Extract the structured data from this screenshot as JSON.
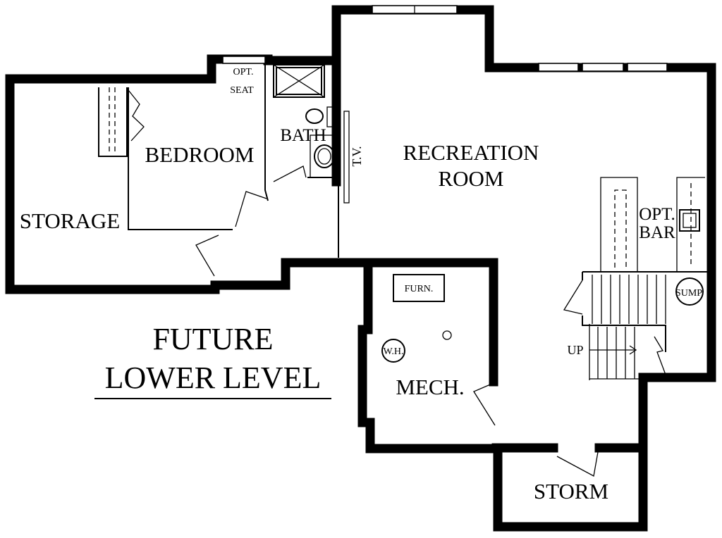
{
  "plan": {
    "title": {
      "line1": "FUTURE",
      "line2": "LOWER LEVEL"
    },
    "rooms": {
      "storage": "STORAGE",
      "bedroom": "BEDROOM",
      "bath": "BATH",
      "opt_seat_line1": "OPT.",
      "opt_seat_line2": "SEAT",
      "tv": "T.V.",
      "recreation_line1": "RECREATION",
      "recreation_line2": "ROOM",
      "opt_bar_line1": "OPT.",
      "opt_bar_line2": "BAR",
      "sump": "SUMP",
      "furnace": "FURN.",
      "water_heater": "W.H.",
      "mech": "MECH.",
      "stair_up": "UP",
      "storm": "STORM"
    }
  }
}
